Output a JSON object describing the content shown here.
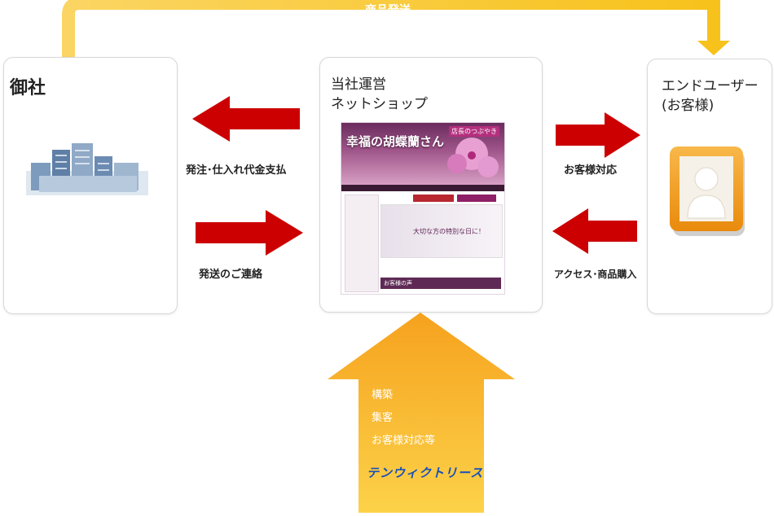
{
  "top": {
    "shipping_label": "商品発送"
  },
  "client": {
    "title": "御社"
  },
  "shop": {
    "title_line1": "当社運営",
    "title_line2": "ネットショップ",
    "screenshot": {
      "brand": "幸福の胡蝶蘭さん",
      "sub_banner": "店長のつぶやき",
      "main_caption": "大切な方の特別な日に！",
      "footer": "お客様の声"
    }
  },
  "enduser": {
    "title_line1": "エンドユーザー",
    "title_line2": "(お客様)"
  },
  "flows": {
    "order_payment": "発注･仕入れ代金支払",
    "shipping_notice": "発送のご連絡",
    "customer_service": "お客様対応",
    "access_purchase": "アクセス･商品購入"
  },
  "support": {
    "item1": "構築",
    "item2": "集客",
    "item3": "お客様対応等",
    "logo": "テンウィクトリース"
  },
  "colors": {
    "red_arrow": "#cc0000",
    "yellow": "#f9c835",
    "orange": "#f6a623",
    "icon_orange": "#f5a21a"
  }
}
